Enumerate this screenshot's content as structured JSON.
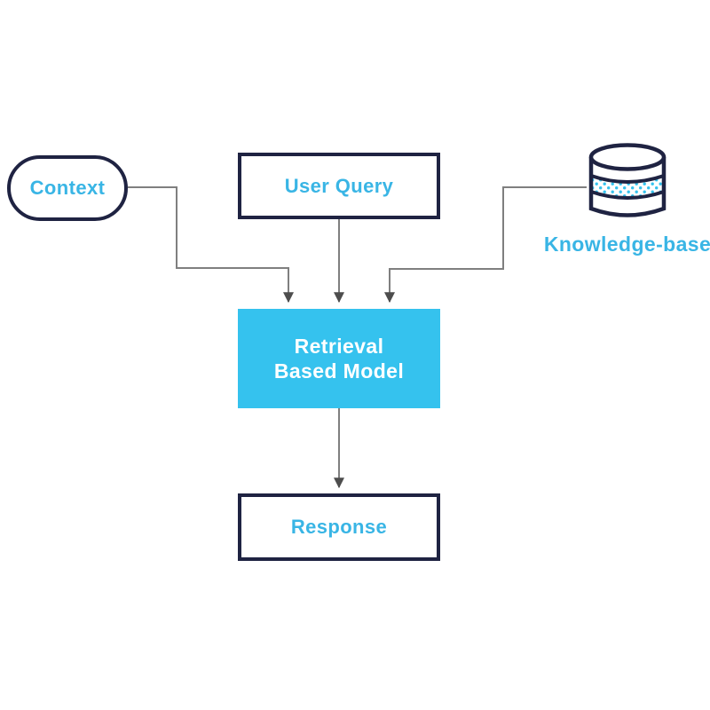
{
  "diagram_type": "flowchart",
  "colors": {
    "background": "#ffffff",
    "navy_outline": "#1f2342",
    "text_cyan": "#39b5e5",
    "fill_cyan": "#35c2ee",
    "connector_gray": "#7f7f7f",
    "arrowhead_gray": "#4d4d4d"
  },
  "nodes": {
    "context": {
      "label": "Context",
      "shape": "pill"
    },
    "user_query": {
      "label": "User Query",
      "shape": "rectangle"
    },
    "knowledge_base": {
      "label": "Knowledge-base",
      "icon": "database-cylinder-icon"
    },
    "retrieval_model": {
      "label_line1": "Retrieval",
      "label_line2": "Based Model",
      "shape": "filled-rectangle"
    },
    "response": {
      "label": "Response",
      "shape": "rectangle"
    }
  },
  "edges": [
    {
      "from": "context",
      "to": "retrieval_model"
    },
    {
      "from": "user_query",
      "to": "retrieval_model"
    },
    {
      "from": "knowledge_base",
      "to": "retrieval_model"
    },
    {
      "from": "retrieval_model",
      "to": "response"
    }
  ]
}
